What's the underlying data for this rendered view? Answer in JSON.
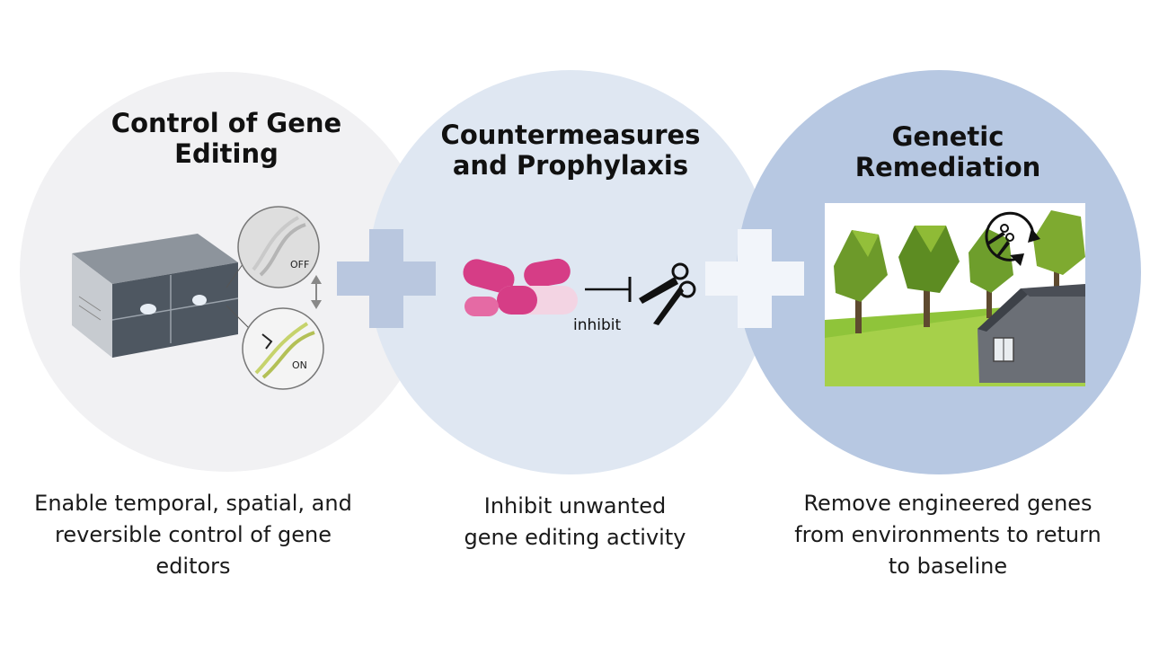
{
  "sections": [
    {
      "title_lines": [
        "Control of Gene",
        "Editing"
      ],
      "description_lines": [
        "Enable temporal, spatial, and",
        "reversible control of gene",
        "editors"
      ],
      "bubble_off": "OFF",
      "bubble_on": "ON"
    },
    {
      "title_lines": [
        "Countermeasures",
        "and Prophylaxis"
      ],
      "description_lines": [
        "Inhibit unwanted",
        "gene editing activity"
      ],
      "inhibit_label": "inhibit"
    },
    {
      "title_lines": [
        "Genetic",
        "Remediation"
      ],
      "description_lines": [
        "Remove engineered genes",
        "from environments to return",
        "to baseline"
      ]
    }
  ],
  "colors": {
    "circle_1": "#f1f1f3",
    "circle_2": "#dfe7f2",
    "circle_3": "#b7c8e2",
    "plus_1": "#b9c7df",
    "plus_2": "#f2f5fa",
    "pill_pink": "#d63d86"
  },
  "icons": [
    "dna-off-icon",
    "dna-on-icon",
    "capsule-icon",
    "inhibit-arrow-icon",
    "scissors-icon",
    "cycle-scissors-icon",
    "house-icon",
    "tree-icon"
  ]
}
